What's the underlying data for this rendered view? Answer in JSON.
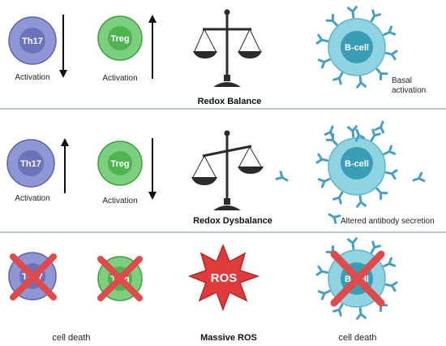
{
  "colors": {
    "th17_outer": "#8e96d4",
    "th17_inner": "#6c73b8",
    "treg_outer": "#7ccf7c",
    "treg_inner": "#4fb34f",
    "bcell_outer": "#8fd4e3",
    "bcell_inner": "#3a9db6",
    "antibody": "#4a9fc0",
    "ros_fill": "#e03a3a",
    "cross": "#e04a4a",
    "scale": "#2b2b2b",
    "divider": "#9aa7b2"
  },
  "panels": [
    {
      "th17": {
        "name": "Th17",
        "caption": "Activation",
        "arrow": "down"
      },
      "treg": {
        "name": "Treg",
        "caption": "Activation",
        "arrow": "up"
      },
      "center": {
        "caption": "Redox Balance",
        "scale_state": "balanced"
      },
      "bcell": {
        "name": "B-cell",
        "caption_line1": "Basal",
        "caption_line2": "activation"
      }
    },
    {
      "th17": {
        "name": "Th17",
        "caption": "Activation",
        "arrow": "up"
      },
      "treg": {
        "name": "Treg",
        "caption": "Activation",
        "arrow": "down"
      },
      "center": {
        "caption": "Redox Dysbalance",
        "scale_state": "tilted"
      },
      "bcell": {
        "name": "B-cell",
        "caption": "Altered antibody secretion"
      }
    },
    {
      "th17": {
        "name": "Th17",
        "caption": "cell death",
        "crossed": true
      },
      "treg": {
        "name": "Treg",
        "crossed": true
      },
      "center": {
        "burst_text": "ROS",
        "caption": "Massive ROS"
      },
      "bcell": {
        "name": "B-cell",
        "caption": "cell death",
        "crossed": true
      }
    }
  ]
}
